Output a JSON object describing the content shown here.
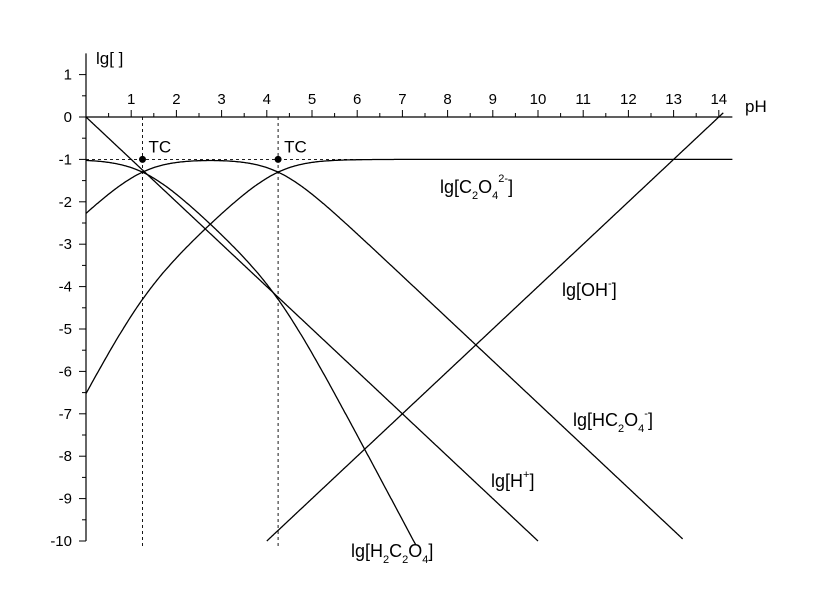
{
  "chart_data": {
    "type": "line",
    "ylabel": "lg[ ]",
    "xlabel": "pH",
    "xlim": [
      0,
      14.3
    ],
    "ylim": [
      -10,
      1.5
    ],
    "x_ticks": [
      1,
      2,
      3,
      4,
      5,
      6,
      7,
      8,
      9,
      10,
      11,
      12,
      13,
      14
    ],
    "y_ticks": [
      1,
      0,
      -1,
      -2,
      -3,
      -4,
      -5,
      -6,
      -7,
      -8,
      -9,
      -10
    ],
    "constants": {
      "total": 0.1,
      "pKa1": 1.25,
      "pKa2": 4.25,
      "pKw": 14
    },
    "series": [
      {
        "label_parts": [
          "lg[H",
          "+",
          "]"
        ]
      },
      {
        "label_parts": [
          "lg[OH",
          "-",
          "]"
        ]
      },
      {
        "label_parts": [
          "lg[H",
          "2",
          "C",
          "2",
          "O",
          "4",
          "]"
        ]
      },
      {
        "label_parts": [
          "lg[HC",
          "2",
          "O",
          "4",
          "-",
          "]"
        ]
      },
      {
        "label_parts": [
          "lg[C",
          "2",
          "O",
          "4",
          "2-",
          "]"
        ]
      }
    ],
    "guide_line_y": -1,
    "vertical_guides_x": [
      1.25,
      4.25
    ],
    "points": [
      {
        "x": 1.25,
        "y": -1,
        "label": "TC"
      },
      {
        "x": 4.25,
        "y": -1,
        "label": "TC"
      }
    ]
  }
}
